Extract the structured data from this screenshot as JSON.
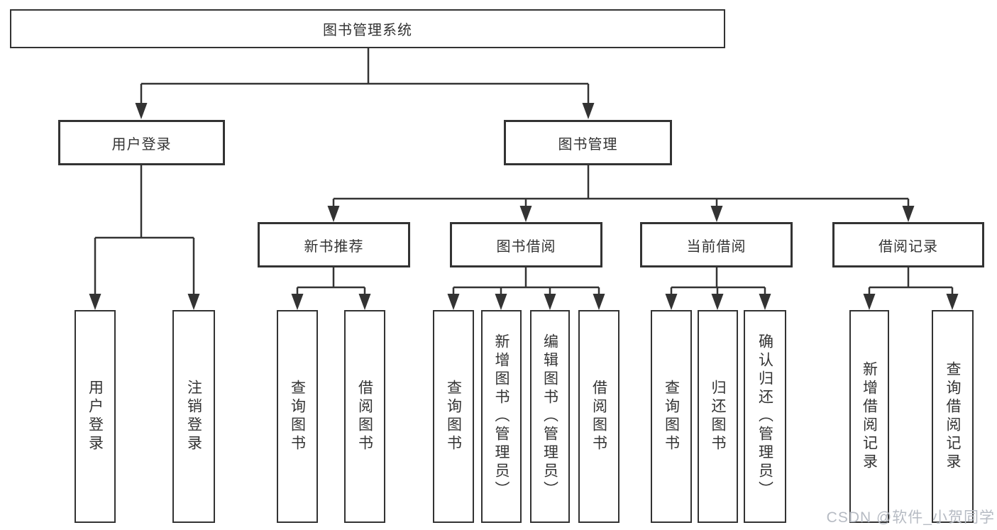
{
  "tree": {
    "root": {
      "label": "图书管理系统"
    },
    "user_branch": {
      "label": "用户登录",
      "children": [
        {
          "label": "用户登录"
        },
        {
          "label": "注销登录"
        }
      ]
    },
    "book_branch": {
      "label": "图书管理",
      "sections": [
        {
          "label": "新书推荐",
          "children": [
            {
              "label": "查询图书"
            },
            {
              "label": "借阅图书"
            }
          ]
        },
        {
          "label": "图书借阅",
          "children": [
            {
              "label": "查询图书"
            },
            {
              "label": "新增图书（管理员）"
            },
            {
              "label": "编辑图书（管理员）"
            },
            {
              "label": "借阅图书"
            }
          ]
        },
        {
          "label": "当前借阅",
          "children": [
            {
              "label": "查询图书"
            },
            {
              "label": "归还图书"
            },
            {
              "label": "确认归还（管理员）"
            }
          ]
        },
        {
          "label": "借阅记录",
          "children": [
            {
              "label": "新增借阅记录"
            },
            {
              "label": "查询借阅记录"
            }
          ]
        }
      ]
    }
  },
  "watermark": {
    "text": "CSDN @软件_小贺同学"
  },
  "colors": {
    "line": "#333333",
    "text": "#333333",
    "watermark": "#b6bbc3",
    "background": "#ffffff"
  }
}
